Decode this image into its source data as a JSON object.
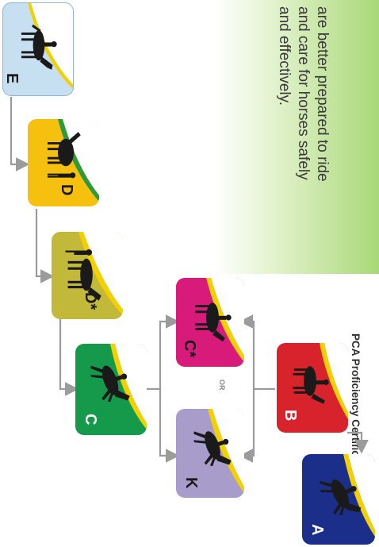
{
  "tagline": "are better prepared to ride\nand care for horses safely\nand effectively.",
  "footer_title": "PCA Proficiency Certificates",
  "or_label": "OR",
  "colors": {
    "green_accent": "#a8d877",
    "E": "#c6dff1",
    "D": "#f6c10e",
    "D_star": "#c2b83a",
    "C": "#159a4c",
    "C_star": "#d81b7b",
    "K": "#a89ccb",
    "B": "#d8232d",
    "A": "#1b2f8a",
    "stripe_yellow": "#f5d000",
    "stripe_green": "#2f9a3c",
    "arrow": "#9b9b9b"
  },
  "certificates": [
    {
      "id": "E",
      "label": "E",
      "icon": "horse-and-rider-silhouette"
    },
    {
      "id": "D",
      "label": "D",
      "icon": "horse-and-handler-silhouette"
    },
    {
      "id": "D_star",
      "label": "D*",
      "icon": "horse-and-handler-silhouette"
    },
    {
      "id": "C",
      "label": "C",
      "icon": "jumping-horse-silhouette"
    },
    {
      "id": "C_star",
      "label": "C*",
      "icon": "horse-and-rider-silhouette"
    },
    {
      "id": "K",
      "label": "K",
      "icon": "jumping-horse-silhouette"
    },
    {
      "id": "B",
      "label": "B",
      "icon": "horse-and-rider-silhouette"
    },
    {
      "id": "A",
      "label": "A",
      "icon": "jumping-horse-silhouette"
    }
  ]
}
